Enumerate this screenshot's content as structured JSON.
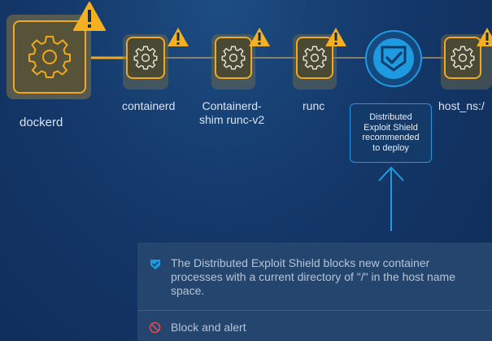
{
  "nodes": [
    {
      "id": "dockerd",
      "label": "dockerd"
    },
    {
      "id": "containerd",
      "label": "containerd"
    },
    {
      "id": "containerd-shim",
      "label_line1": "Containerd-",
      "label_line2": "shim runc-v2"
    },
    {
      "id": "runc",
      "label": "runc"
    },
    {
      "id": "shield",
      "label": ""
    },
    {
      "id": "host-ns",
      "label": "host_ns:/"
    }
  ],
  "callout": {
    "line1": "Distributed",
    "line2": "Exploit Shield",
    "line3": "recommended",
    "line4": "to deploy"
  },
  "panel": {
    "policy_text": "The Distributed Exploit Shield blocks new container processes with a current directory of \"/\" in the host name space.",
    "action_text": "Block and alert"
  },
  "colors": {
    "accent_warning": "#f5b021",
    "accent_blue": "#1e9ae0",
    "block_red": "#e5484d"
  },
  "icons": [
    "gear-icon",
    "warning-icon",
    "shield-check-icon",
    "up-arrow-icon",
    "block-icon"
  ]
}
